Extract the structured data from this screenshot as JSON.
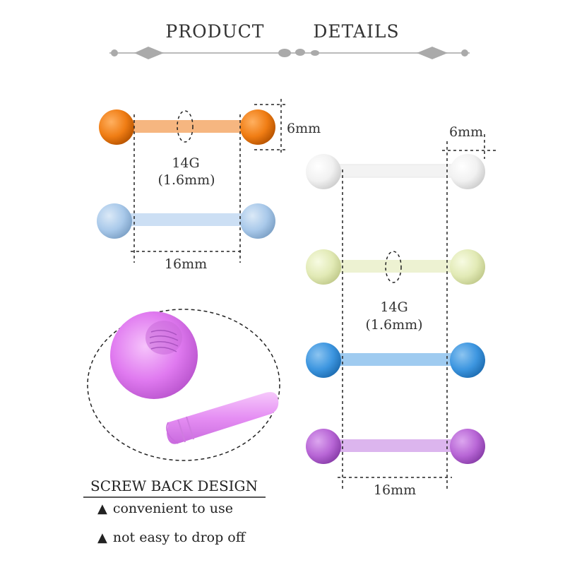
{
  "header": {
    "title": "PRODUCT   DETAILS"
  },
  "left_diagram": {
    "ball_size": "6mm",
    "gauge": "14G",
    "gauge_mm": "(1.6mm)",
    "length": "16mm"
  },
  "right_diagram": {
    "ball_size": "6mm",
    "gauge": "14G",
    "gauge_mm": "(1.6mm)",
    "length": "16mm"
  },
  "screw_back": {
    "title": "SCREW BACK DESIGN",
    "features": [
      "convenient to use",
      "not easy to drop off"
    ]
  },
  "colors": {
    "orange": "#f07d14",
    "light_blue": "#a9c9ea",
    "clear": "#ececec",
    "glow_yellow": "#e8efc0",
    "blue": "#3d96e0",
    "purple": "#b866d6",
    "pink_purple": "#e07af0"
  }
}
